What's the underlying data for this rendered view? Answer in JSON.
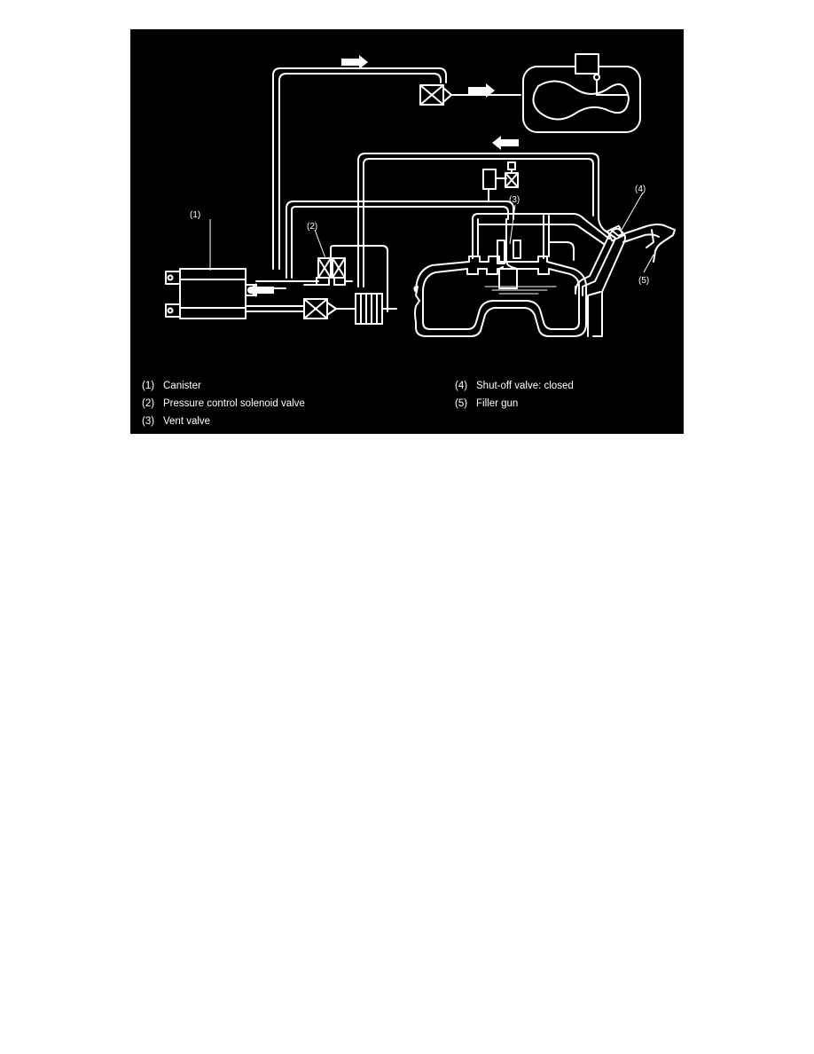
{
  "diagram": {
    "background_color": "#000000",
    "line_color": "#ffffff",
    "callouts": [
      "(1)",
      "(2)",
      "(3)",
      "(4)",
      "(5)"
    ],
    "legend": [
      {
        "number": "(1)",
        "label": "Canister"
      },
      {
        "number": "(2)",
        "label": "Pressure control solenoid valve"
      },
      {
        "number": "(3)",
        "label": "Vent valve"
      },
      {
        "number": "(4)",
        "label": "Shut-off valve: closed"
      },
      {
        "number": "(5)",
        "label": "Filler gun"
      }
    ]
  }
}
